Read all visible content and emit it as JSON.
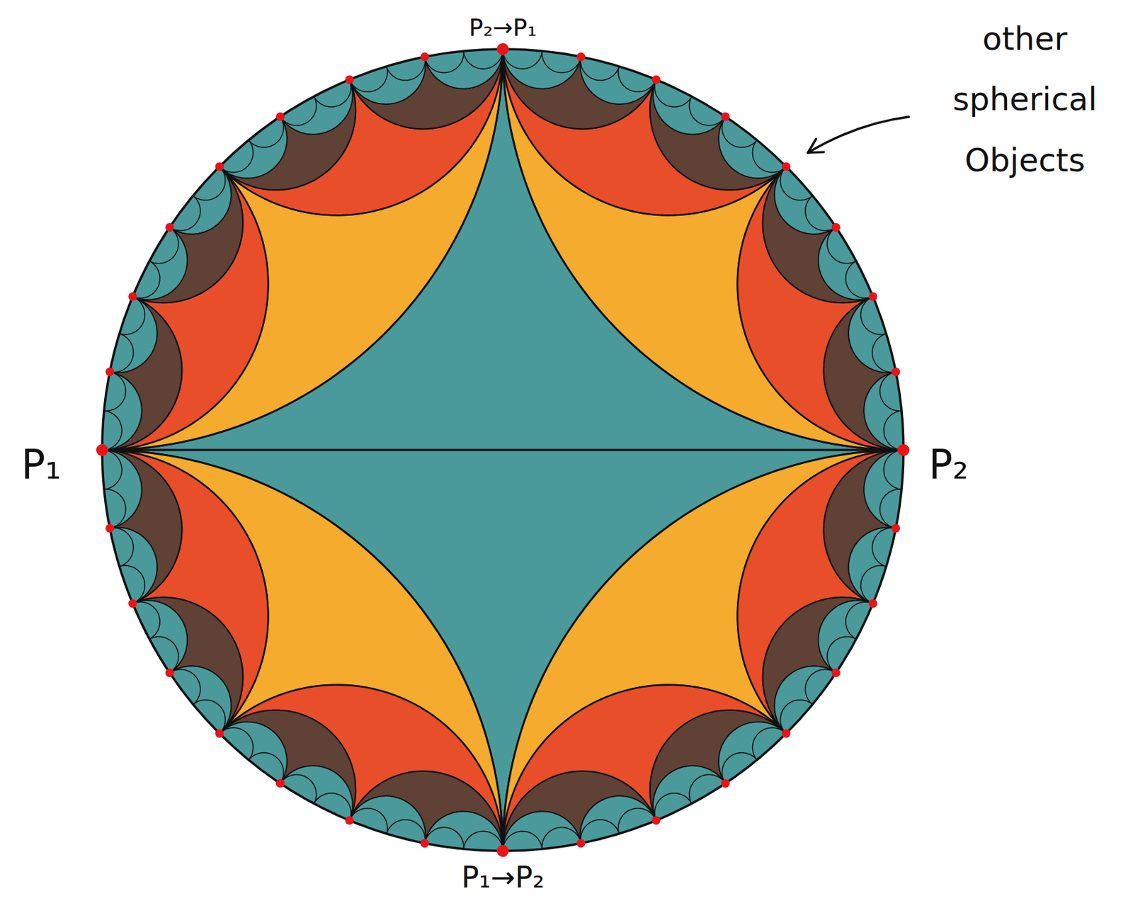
{
  "diagram": {
    "labels": [
      "P₂→P₁",
      "other spherical Objects",
      "P₁",
      "P₂",
      "P₁→P₂"
    ]
  }
}
